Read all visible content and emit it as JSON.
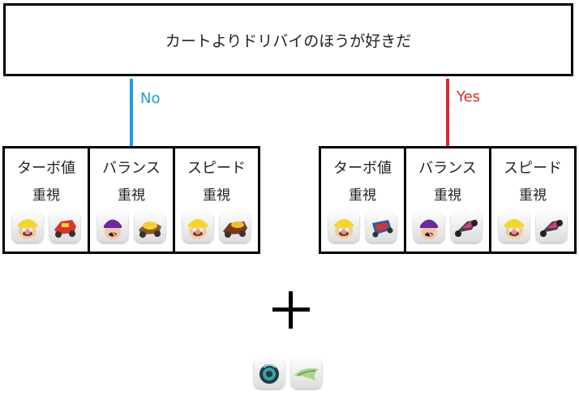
{
  "question": "カートよりドリバイのほうが好きだ",
  "branches": {
    "no": {
      "label": "No",
      "color": "#1a9fd9"
    },
    "yes": {
      "label": "Yes",
      "color": "#e0262d"
    }
  },
  "groups": {
    "no": [
      {
        "title": "ターボ値",
        "subtitle": "重視",
        "icons": [
          "wario-icon",
          "red-kart-icon"
        ]
      },
      {
        "title": "バランス",
        "subtitle": "重視",
        "icons": [
          "waluigi-icon",
          "banana-kart-icon"
        ]
      },
      {
        "title": "スピード",
        "subtitle": "重視",
        "icons": [
          "wario-icon",
          "cannon-kart-icon"
        ]
      }
    ],
    "yes": [
      {
        "title": "ターボ値",
        "subtitle": "重視",
        "icons": [
          "wario-icon",
          "bike-icon"
        ]
      },
      {
        "title": "バランス",
        "subtitle": "重視",
        "icons": [
          "waluigi-icon",
          "sport-bike-icon"
        ]
      },
      {
        "title": "スピード",
        "subtitle": "重視",
        "icons": [
          "wario-icon",
          "sport-bike-icon"
        ]
      }
    ]
  },
  "shared_parts": [
    "roller-tire-icon",
    "glider-icon"
  ]
}
